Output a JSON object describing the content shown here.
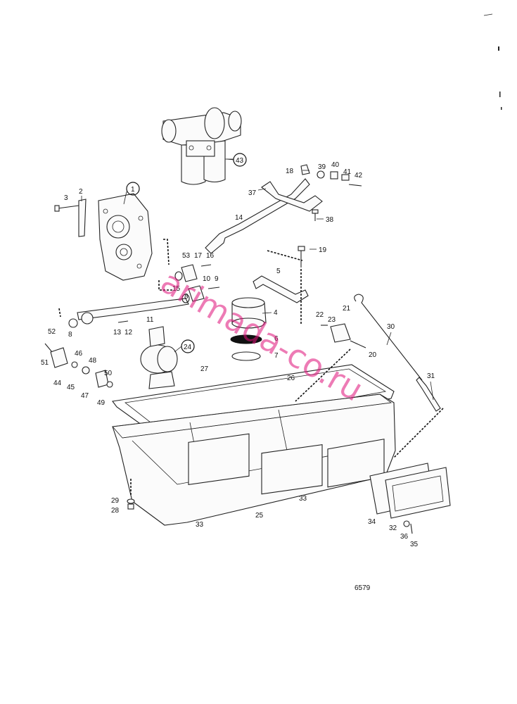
{
  "diagram": {
    "reference_number": "6579",
    "watermark": "arimada-co.ru",
    "callouts": [
      {
        "id": "c1",
        "text": "1",
        "circled": true
      },
      {
        "id": "c2",
        "text": "2"
      },
      {
        "id": "c3",
        "text": "3"
      },
      {
        "id": "c4",
        "text": "4"
      },
      {
        "id": "c5",
        "text": "5"
      },
      {
        "id": "c6",
        "text": "6"
      },
      {
        "id": "c7",
        "text": "7"
      },
      {
        "id": "c8a",
        "text": "8"
      },
      {
        "id": "c8b",
        "text": "8"
      },
      {
        "id": "c9",
        "text": "9"
      },
      {
        "id": "c10",
        "text": "10"
      },
      {
        "id": "c11",
        "text": "11"
      },
      {
        "id": "c12",
        "text": "12"
      },
      {
        "id": "c13",
        "text": "13"
      },
      {
        "id": "c14",
        "text": "14"
      },
      {
        "id": "c15",
        "text": "15"
      },
      {
        "id": "c16",
        "text": "16"
      },
      {
        "id": "c17",
        "text": "17"
      },
      {
        "id": "c18",
        "text": "18"
      },
      {
        "id": "c19",
        "text": "19"
      },
      {
        "id": "c20",
        "text": "20"
      },
      {
        "id": "c21",
        "text": "21"
      },
      {
        "id": "c22",
        "text": "22"
      },
      {
        "id": "c23",
        "text": "23"
      },
      {
        "id": "c24",
        "text": "24",
        "circled": true
      },
      {
        "id": "c25",
        "text": "25"
      },
      {
        "id": "c26",
        "text": "26"
      },
      {
        "id": "c27",
        "text": "27"
      },
      {
        "id": "c28",
        "text": "28"
      },
      {
        "id": "c29",
        "text": "29"
      },
      {
        "id": "c30",
        "text": "30"
      },
      {
        "id": "c31",
        "text": "31"
      },
      {
        "id": "c32",
        "text": "32"
      },
      {
        "id": "c33a",
        "text": "33"
      },
      {
        "id": "c33b",
        "text": "33"
      },
      {
        "id": "c34",
        "text": "34"
      },
      {
        "id": "c35",
        "text": "35"
      },
      {
        "id": "c36",
        "text": "36"
      },
      {
        "id": "c37",
        "text": "37"
      },
      {
        "id": "c38",
        "text": "38"
      },
      {
        "id": "c39",
        "text": "39"
      },
      {
        "id": "c40",
        "text": "40"
      },
      {
        "id": "c41",
        "text": "41"
      },
      {
        "id": "c42",
        "text": "42"
      },
      {
        "id": "c43",
        "text": "43",
        "circled": true
      },
      {
        "id": "c44",
        "text": "44"
      },
      {
        "id": "c45",
        "text": "45"
      },
      {
        "id": "c46",
        "text": "46"
      },
      {
        "id": "c47",
        "text": "47"
      },
      {
        "id": "c48",
        "text": "48"
      },
      {
        "id": "c49",
        "text": "49"
      },
      {
        "id": "c50",
        "text": "50"
      },
      {
        "id": "c51",
        "text": "51"
      },
      {
        "id": "c52",
        "text": "52"
      },
      {
        "id": "c53",
        "text": "53"
      }
    ]
  }
}
